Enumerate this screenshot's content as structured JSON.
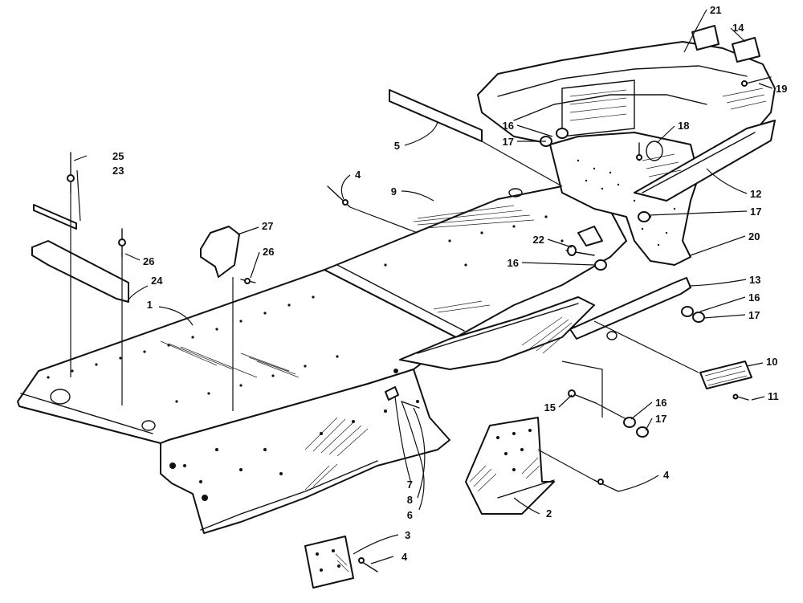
{
  "diagram": {
    "callouts": {
      "c1": "1",
      "c2": "2",
      "c3": "3",
      "c4a": "4",
      "c4b": "4",
      "c4c": "4",
      "c5": "5",
      "c6": "6",
      "c7": "7",
      "c8": "8",
      "c9": "9",
      "c10": "10",
      "c11": "11",
      "c12": "12",
      "c13": "13",
      "c14": "14",
      "c15": "15",
      "c16a": "16",
      "c16b": "16",
      "c16c": "16",
      "c16d": "16",
      "c17a": "17",
      "c17b": "17",
      "c17c": "17",
      "c17d": "17",
      "c18": "18",
      "c19": "19",
      "c20": "20",
      "c21": "21",
      "c22": "22",
      "c23": "23",
      "c24": "24",
      "c25": "25",
      "c26a": "26",
      "c26b": "26",
      "c27": "27"
    }
  }
}
